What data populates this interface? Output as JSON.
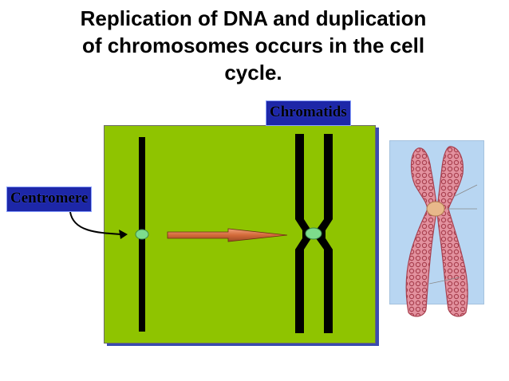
{
  "title": {
    "line1": "Replication of DNA and duplication",
    "line2": "of chromosomes occurs in the cell",
    "line3": "cycle."
  },
  "labels": {
    "centromere": "Centromere",
    "chromatids": "Chromatids"
  },
  "colors": {
    "panel_green": "#8fc400",
    "label_box_blue": "#1d27a8",
    "centromere_dot": "#7ddc8c",
    "arrow_body": "#d9784a",
    "photo_background": "#b8d6f2",
    "chromosome_pink": "#e79aa8"
  }
}
